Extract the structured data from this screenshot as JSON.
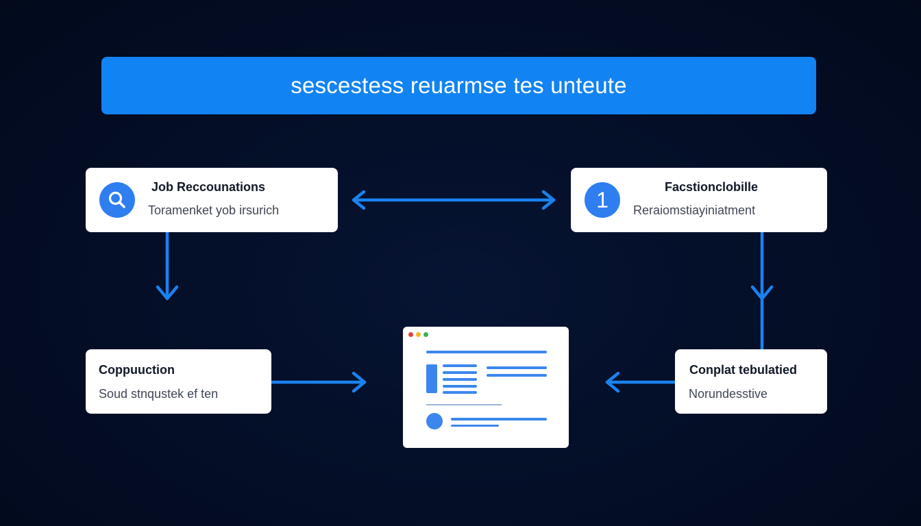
{
  "banner": {
    "text": "sescestess reuarmse tes unteute"
  },
  "nodes": {
    "job": {
      "title": "Job Reccounations",
      "subtitle": "Toramenket yob irsurich",
      "icon": "search-icon"
    },
    "fact": {
      "title": "Facstionclobille",
      "subtitle": "Reraiomstiayiniatment",
      "badge": "1"
    },
    "copp": {
      "title": "Coppuuction",
      "subtitle": "Soud stnqustek ef ten"
    },
    "conplat": {
      "title": "Conplat tebulatied",
      "subtitle": "Norundesstive"
    }
  },
  "mockup": {
    "window_dots": [
      "#e0433b",
      "#f2b622",
      "#34b35a"
    ],
    "icon": "document-preview-icon"
  },
  "colors": {
    "background": "#04102a",
    "accent": "#1283f2",
    "arrow": "#1a82f0",
    "card": "#ffffff"
  }
}
